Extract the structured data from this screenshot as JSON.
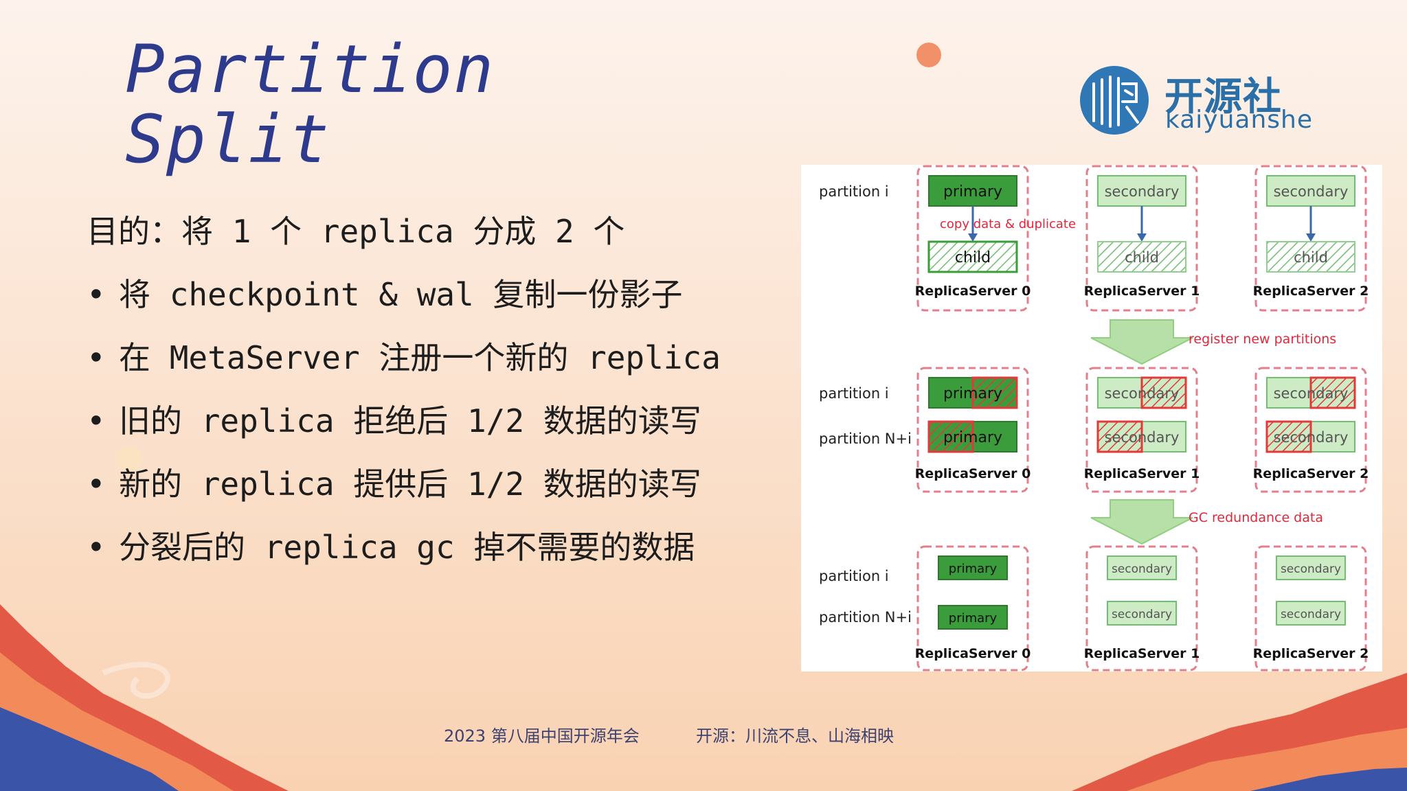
{
  "slide": {
    "title_line1": "Partition",
    "title_line2": "Split",
    "heading": "目的：将 1 个 replica 分成 2 个",
    "bullets": [
      "将 checkpoint & wal 复制一份影子",
      "在 MetaServer 注册一个新的 replica",
      "旧的 replica 拒绝后 1/2 数据的读写",
      "新的 replica 提供后 1/2 数据的读写",
      "分裂后的 replica gc 掉不需要的数据"
    ]
  },
  "logo": {
    "cn": "开源社",
    "en": "kaiyuanshe"
  },
  "diagram": {
    "row_labels": {
      "partition_i": "partition i",
      "partition_n_i": "partition N+i"
    },
    "servers": [
      "ReplicaServer 0",
      "ReplicaServer 1",
      "ReplicaServer 2"
    ],
    "box_labels": {
      "primary": "primary",
      "secondary": "secondary",
      "child": "child"
    },
    "annotations": {
      "copy": "copy data & duplicate",
      "register": "register new partitions",
      "gc": "GC redundance data"
    }
  },
  "footer": {
    "left": "2023 第八届中国开源年会",
    "right": "开源：川流不息、山海相映"
  },
  "colors": {
    "title": "#2e3a8c",
    "primary_fill": "#3a9c3a",
    "secondary_fill": "#cdebc4",
    "hatch_red": "#e23a3a",
    "dashed_border": "#e27f8a",
    "annotation": "#e0283a",
    "arrow": "#3b68a8",
    "logo": "#2b6fa9"
  },
  "icons": [
    "kaiyuanshe-logo-icon",
    "decorative-orange-dot",
    "mountain-left-decoration",
    "mountain-right-decoration"
  ]
}
